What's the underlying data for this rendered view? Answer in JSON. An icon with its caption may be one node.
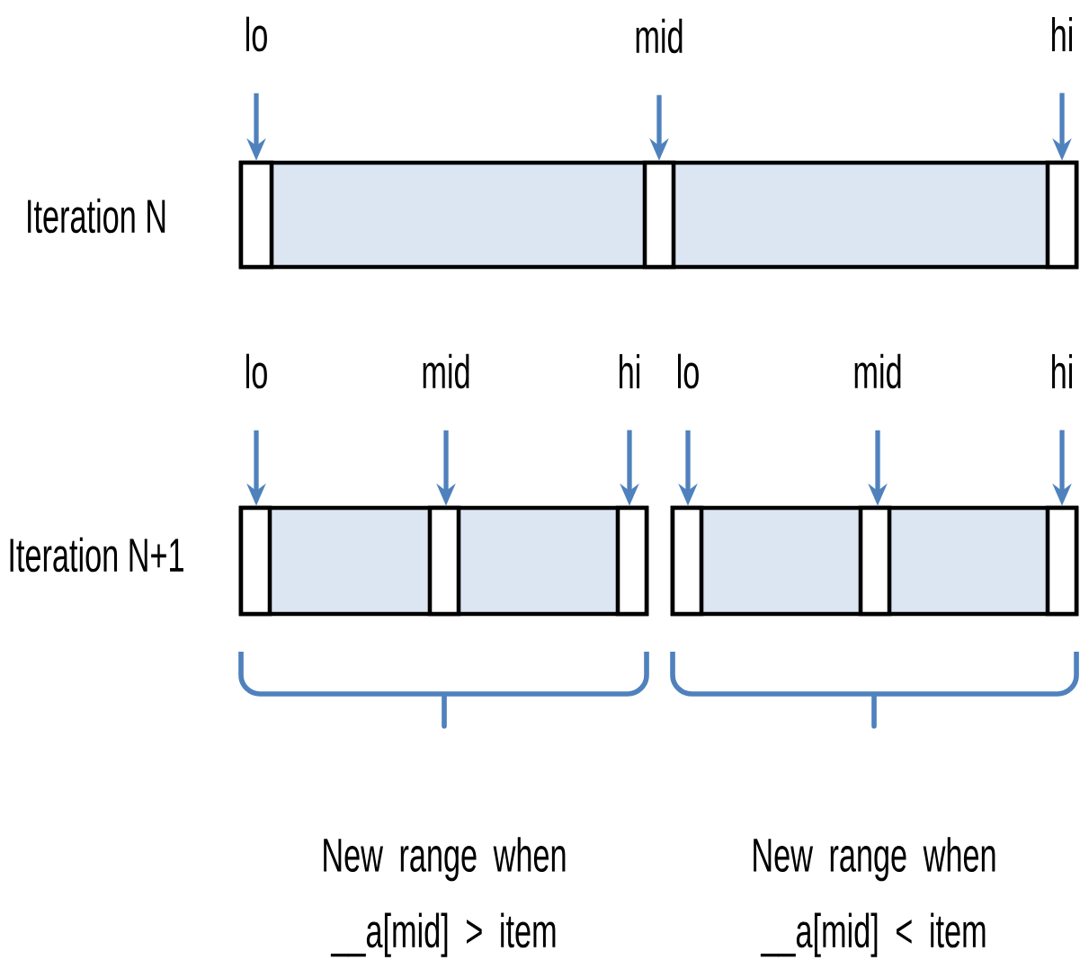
{
  "diagram": {
    "nodes": [
      {
        "text": [
          "lo"
        ]
      },
      {
        "text": [
          "mid"
        ]
      },
      {
        "text": [
          "hi"
        ]
      },
      {
        "text": [],
        "shape": "bar"
      },
      {
        "text": [],
        "shape": "box",
        "in": 3
      },
      {
        "text": [],
        "shape": "box",
        "in": 3
      },
      {
        "text": [],
        "shape": "box",
        "in": 3
      },
      {
        "text": [
          "lo"
        ]
      },
      {
        "text": [
          "mid"
        ]
      },
      {
        "text": [
          "hi"
        ]
      },
      {
        "text": [
          "lo"
        ]
      },
      {
        "text": [
          "mid"
        ]
      },
      {
        "text": [
          "hi"
        ]
      },
      {
        "text": [],
        "shape": "bar"
      },
      {
        "text": [],
        "shape": "box",
        "in": 13
      },
      {
        "text": [],
        "shape": "box",
        "in": 13
      },
      {
        "text": [],
        "shape": "box",
        "in": 13
      },
      {
        "text": [],
        "shape": "bar"
      },
      {
        "text": [],
        "shape": "box",
        "in": 17
      },
      {
        "text": [],
        "shape": "box",
        "in": 17
      },
      {
        "text": [],
        "shape": "box",
        "in": 17
      }
    ],
    "edges": [
      {
        "from": 0,
        "to": 4,
        "arrow": "to"
      },
      {
        "from": 1,
        "to": 5,
        "arrow": "to"
      },
      {
        "from": 2,
        "to": 6,
        "arrow": "to"
      },
      {
        "from": 7,
        "to": 14,
        "arrow": "to"
      },
      {
        "from": 8,
        "to": 15,
        "arrow": "to"
      },
      {
        "from": 9,
        "to": 16,
        "arrow": "to"
      },
      {
        "from": 10,
        "to": 18,
        "arrow": "to"
      },
      {
        "from": 11,
        "to": 19,
        "arrow": "to"
      },
      {
        "from": 12,
        "to": 20,
        "arrow": "to"
      }
    ],
    "labels": [
      "Iteration N",
      "Iteration N+1",
      "New range when __a[mid] > item",
      "New range when __a[mid] < item"
    ]
  }
}
